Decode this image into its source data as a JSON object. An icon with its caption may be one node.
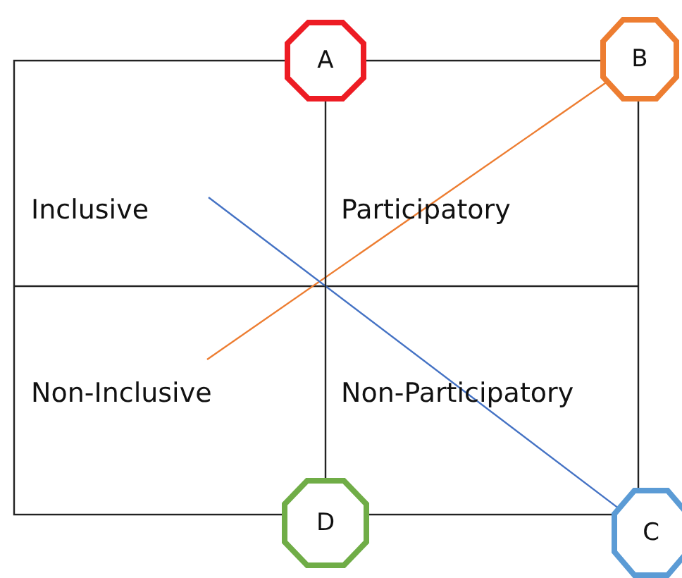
{
  "diagram": {
    "nodes": [
      {
        "text": [
          "A"
        ]
      },
      {
        "text": [
          "B"
        ]
      },
      {
        "text": [
          "C"
        ]
      },
      {
        "text": [
          "D"
        ]
      }
    ],
    "edges": [
      {
        "from": 1,
        "to": null,
        "arrow": "none",
        "color": "#ed7d31"
      },
      {
        "from": 2,
        "to": null,
        "arrow": "none",
        "color": "#4472c4"
      },
      {
        "from": 0,
        "to": 3,
        "arrow": "none",
        "color": "#222222"
      }
    ],
    "labels": [
      "Inclusive",
      "Participatory",
      "Non-Inclusive",
      "Non-Participatory"
    ]
  }
}
